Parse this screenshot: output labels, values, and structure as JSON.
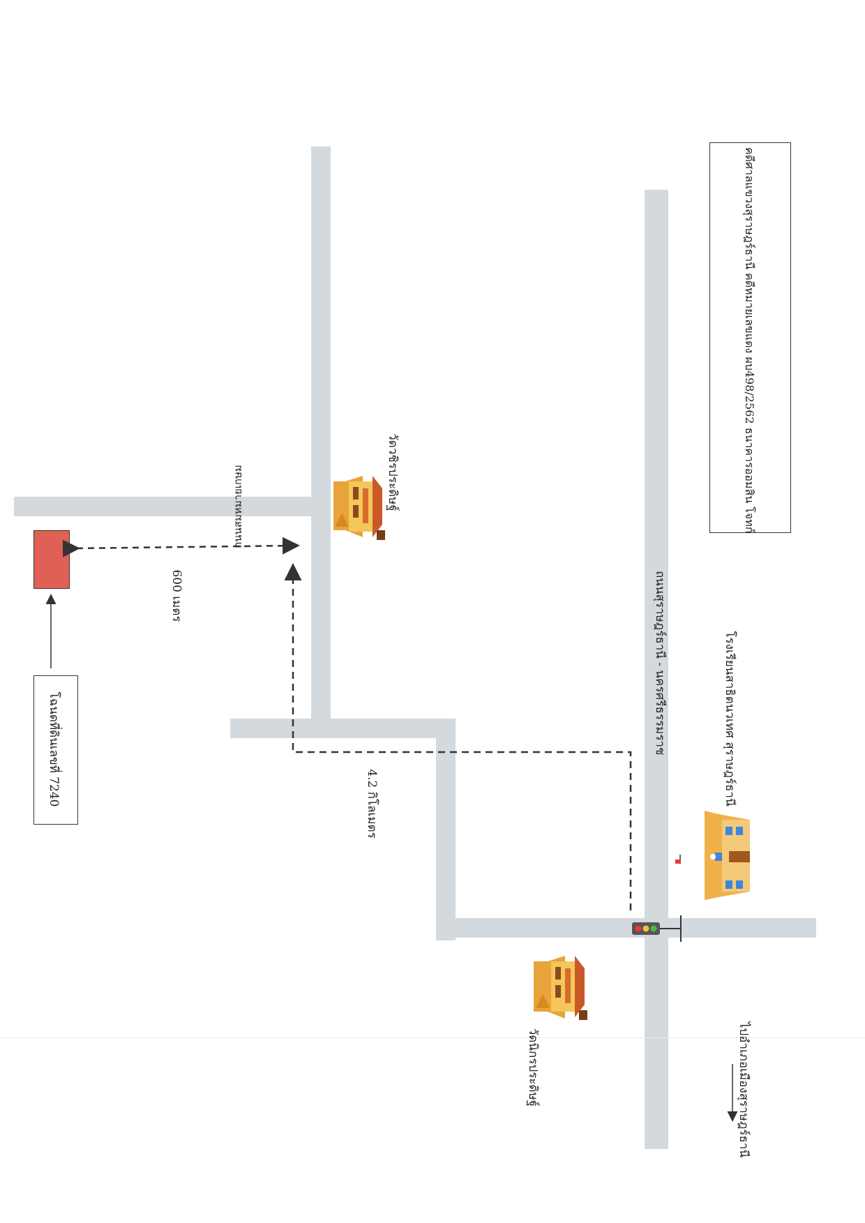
{
  "legend_box": {
    "text": "คดีศาลแขวงสุราษฎร์ธานี คดีหมายเลขแดง ผบ498/2562  ธนาคารออมสิน โจทก์"
  },
  "plot_box": {
    "text": "โฉนดที่ดินเลขที่ 7240"
  },
  "distances": {
    "short": "600 เมตร",
    "long": "4.2 กิโลเมตร"
  },
  "roads": {
    "side_road": "ถนนสมหมายเกษม",
    "main_road": "ถนนสุราษฎร์ธานี - นครศรีธรรมราช"
  },
  "landmarks": {
    "temple_top": "วัดวชิรประดิษฐ์",
    "temple_bottom": "วัดนิกรประดิษฐ์",
    "school": "โรงเรียนสาธิตนวเทศ สุราษฎร์ธานี"
  },
  "direction": {
    "to_city": "ไปอำเภอเมืองสุราษฎร์ธานี"
  },
  "colors": {
    "road": "#d4d9de",
    "plot": "#e06055",
    "temple": "#e8a33a",
    "school": "#f0b14a",
    "window": "#3f86d8"
  }
}
